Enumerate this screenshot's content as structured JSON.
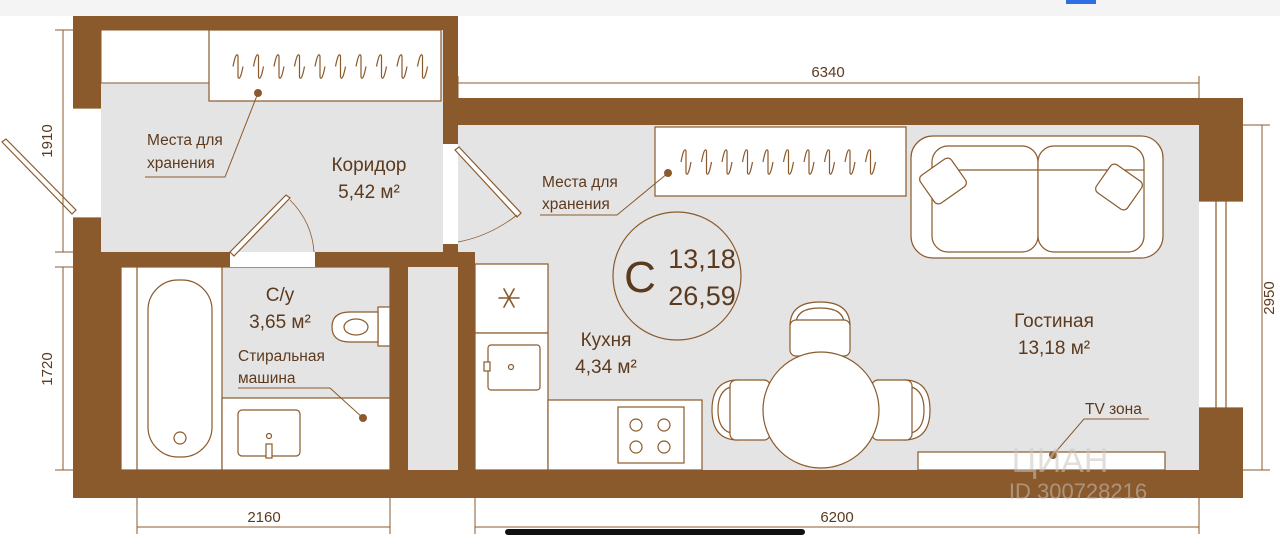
{
  "colors": {
    "wall": "#8a5a2c",
    "floor": "#e5e4e4",
    "furniture_fill": "#ffffff",
    "line": "#8a5a2c",
    "text": "#5b3a1e",
    "background": "#ffffff"
  },
  "dimensions": {
    "top_width": "6340",
    "bottom_left_width": "2160",
    "bottom_right_width": "6200",
    "left_upper_height": "1910",
    "left_lower_height": "1720",
    "right_height": "2950"
  },
  "rooms": {
    "corridor": {
      "name": "Коридор",
      "area": "5,42 м²"
    },
    "bathroom": {
      "name": "С/у",
      "area": "3,65 м²"
    },
    "kitchen": {
      "name": "Кухня",
      "area": "4,34 м²"
    },
    "living": {
      "name": "Гостиная",
      "area": "13,18 м²"
    }
  },
  "labels": {
    "storage_left_line1": "Места для",
    "storage_left_line2": "хранения",
    "storage_right_line1": "Места для",
    "storage_right_line2": "хранения",
    "washer_line1": "Стиральная",
    "washer_line2": "машина",
    "tv_zone": "TV зона"
  },
  "badge": {
    "letter": "С",
    "living_area": "13,18",
    "total_area": "26,59"
  },
  "watermark": {
    "brand": "ЦИАН",
    "id": "ID 300728216"
  },
  "icons": {
    "fridge": "snowflake-icon",
    "sofa": "sofa-icon",
    "stove": "stove-icon",
    "bathtub": "bathtub-icon",
    "toilet": "toilet-icon"
  }
}
